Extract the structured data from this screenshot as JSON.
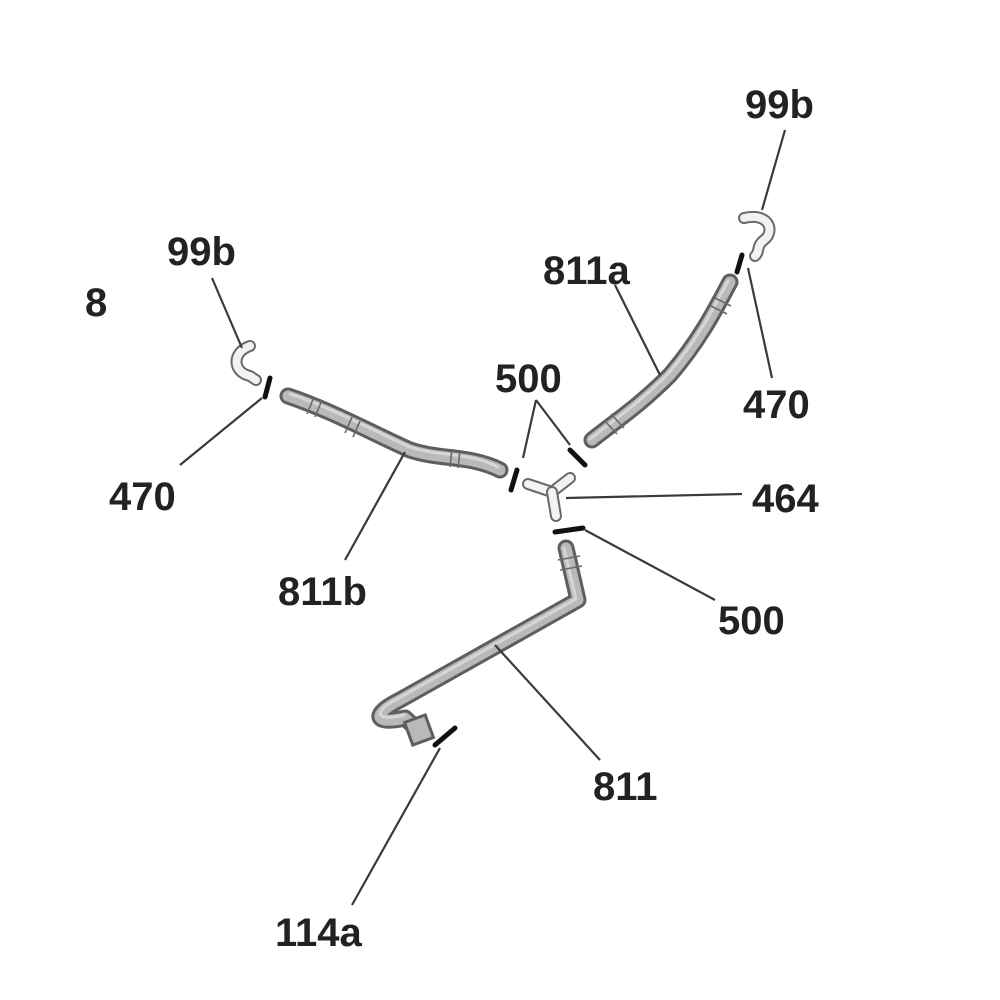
{
  "figure": {
    "figure_number": "8",
    "labels": {
      "fitting_left": "99b",
      "fitting_right": "99b",
      "hose_upper_right": "811a",
      "clamp_left": "470",
      "clamp_right": "470",
      "clamps_center": "500",
      "tee_fitting": "464",
      "clamp_lower": "500",
      "hose_left": "811b",
      "hose_main": "811",
      "outlet": "114a"
    }
  }
}
